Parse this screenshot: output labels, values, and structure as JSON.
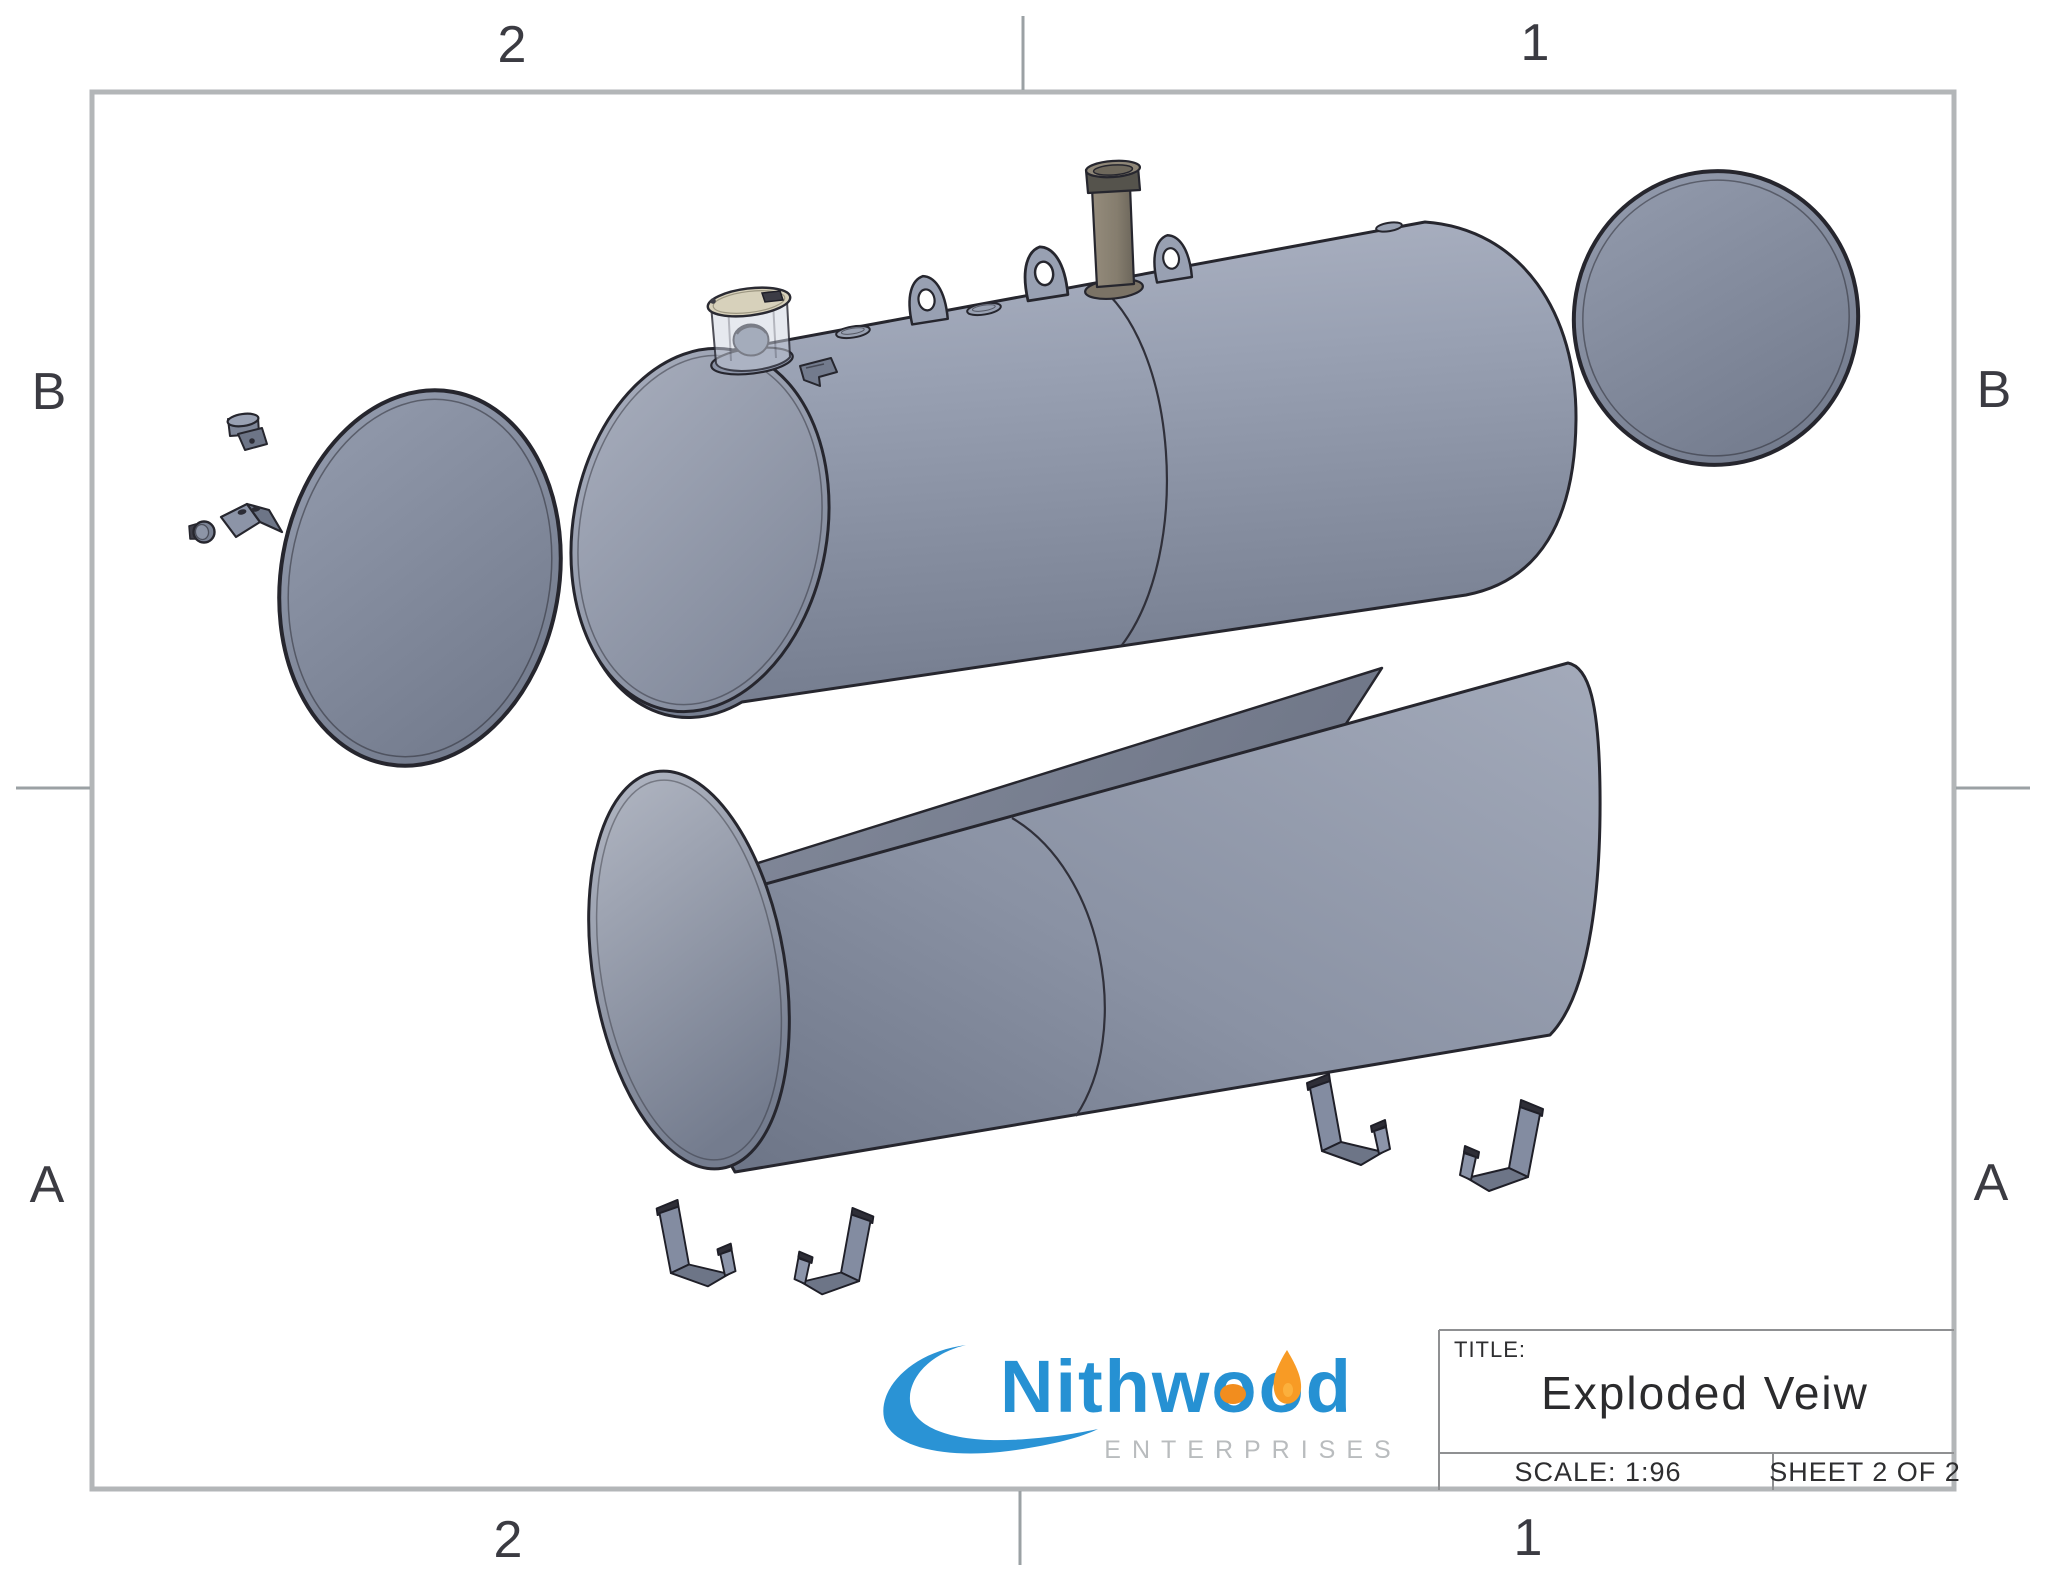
{
  "drawing": {
    "zones": {
      "top": [
        {
          "label": "2"
        },
        {
          "label": "1"
        }
      ],
      "bottom": [
        {
          "label": "2"
        },
        {
          "label": "1"
        }
      ],
      "left": [
        {
          "label": "B"
        },
        {
          "label": "A"
        }
      ],
      "right": [
        {
          "label": "B"
        },
        {
          "label": "A"
        }
      ]
    },
    "title_block": {
      "title_label": "TITLE:",
      "title_value": "Exploded Veiw",
      "scale_text": "SCALE: 1:96",
      "sheet_text": "SHEET 2 OF 2"
    },
    "logo": {
      "wordmark": "Nithwood",
      "subtext": "ENTERPRISES"
    },
    "colors": {
      "brand_blue": "#2a93d5",
      "flame_orange": "#f89b25",
      "part_gray": "#8d95a8",
      "outline_ink": "#26262e",
      "frame_gray": "#b3b6b8"
    }
  }
}
